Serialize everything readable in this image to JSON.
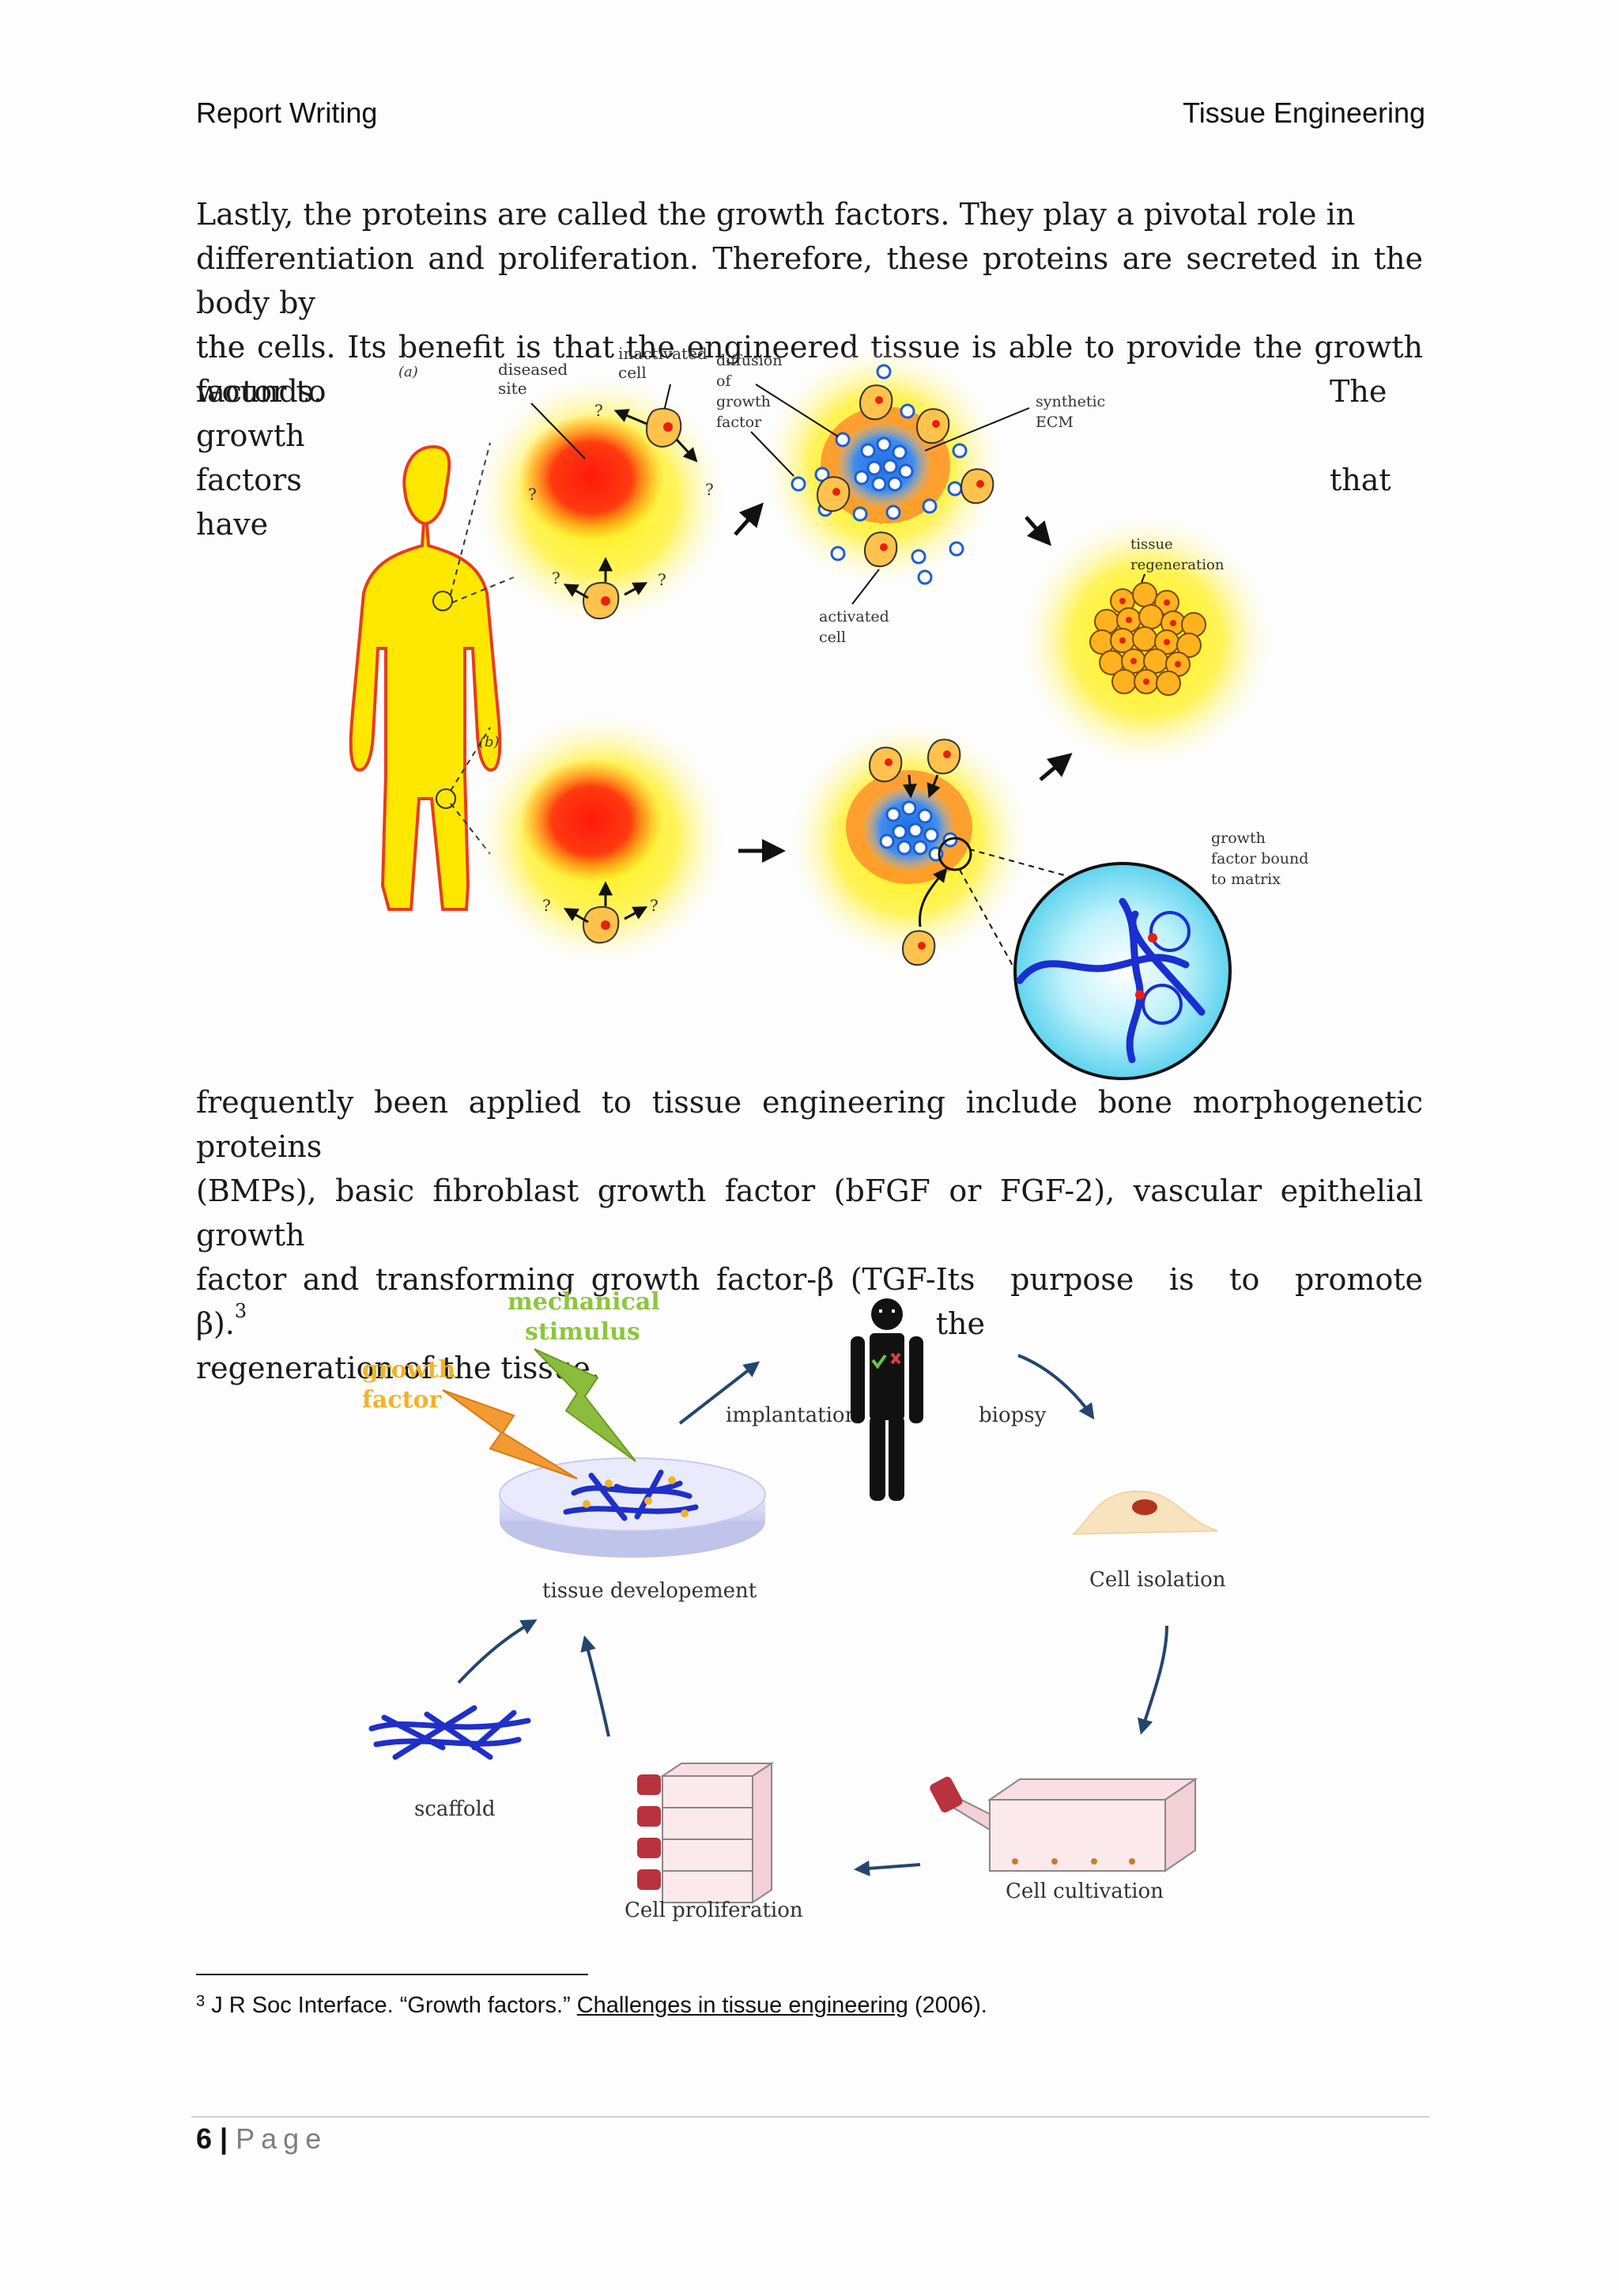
{
  "header": {
    "left": "Report Writing",
    "right": "Tissue Engineering"
  },
  "paragraph1": {
    "full_lines": [
      "Lastly, the proteins are called the growth factors. They play a pivotal role in",
      "differentiation and proliferation. Therefore, these proteins are secreted in the body by",
      "the cells. Its benefit is that the engineered tissue is able to provide the growth factor to"
    ],
    "wrap_left": [
      "the",
      "wounds.",
      "growth",
      "factors",
      "have"
    ],
    "wrap_right": [
      "The",
      "that"
    ]
  },
  "figure1": {
    "label_a": "(a)",
    "label_b": "(b)",
    "diseased_site": [
      "diseased",
      "site"
    ],
    "inactivated_cell": [
      "inactivated",
      "cell"
    ],
    "diffusion": [
      "diffusion",
      "of",
      "growth",
      "factor"
    ],
    "synthetic_ecm": [
      "synthetic",
      "ECM"
    ],
    "activated_cell": [
      "activated",
      "cell"
    ],
    "tissue_regeneration": [
      "tissue",
      "regeneration"
    ],
    "growth_factor_bound": [
      "growth",
      "factor bound",
      "to matrix"
    ],
    "question": "?"
  },
  "paragraph2": {
    "lines": [
      "frequently been applied to tissue engineering include bone morphogenetic proteins",
      "(BMPs), basic fibroblast growth factor (bFGF or FGF-2), vascular epithelial growth",
      "factor and transforming growth factor-β (TGF-β)."
    ],
    "sup": "3",
    "line3_tail": "Its purpose is to promote the",
    "line4": "regeneration of the tissue."
  },
  "figure2": {
    "mechanical_stimulus": [
      "mechanical",
      "stimulus"
    ],
    "growth_factor": [
      "growth",
      "factor"
    ],
    "implantation": "implantation",
    "biopsy": "biopsy",
    "cell_isolation": "Cell isolation",
    "tissue_development": "tissue developement",
    "scaffold": "scaffold",
    "cell_proliferation": "Cell proliferation",
    "cell_cultivation": "Cell cultivation"
  },
  "footnote": {
    "number": "3",
    "text": "J R Soc Interface. “Growth factors.”",
    "link": "Challenges in tissue engineering",
    "year": "(2006)."
  },
  "footer": {
    "page_number": "6",
    "separator": "|",
    "page_label": "Page"
  },
  "colors": {
    "yellow": "#ffee3a",
    "red": "#ff2a10",
    "blue": "#1a3fd6",
    "cyan": "#7fe4f4",
    "arrow": "#23466e"
  }
}
